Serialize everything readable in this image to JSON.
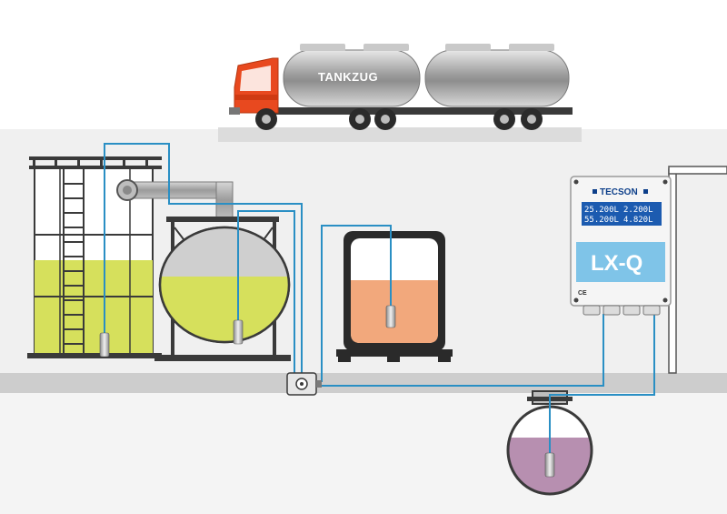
{
  "truck": {
    "label": "TANKZUG"
  },
  "controller": {
    "brand": "TECSON",
    "display_rows": [
      [
        "25.200L",
        "2.200L"
      ],
      [
        "55.200L",
        "4.820L"
      ]
    ],
    "model": "LX-Q",
    "mark": "CE"
  },
  "colors": {
    "sky": "#ffffff",
    "ground_upper": "#efefef",
    "ground_band": "#cfcfcf",
    "probe_cable": "#2a8fc4",
    "tank_structure": "#3a3a3a",
    "diesel_fill": "#d6e05c",
    "ibc_fill": "#f2a87c",
    "underground_fill": "#b78fb0",
    "truck_cab": "#e8491f",
    "controller_display": "#1c5bb0",
    "controller_panel": "#7fc4e8"
  },
  "icons": {
    "junction": "junction-box-icon",
    "probe": "level-probe-icon"
  }
}
